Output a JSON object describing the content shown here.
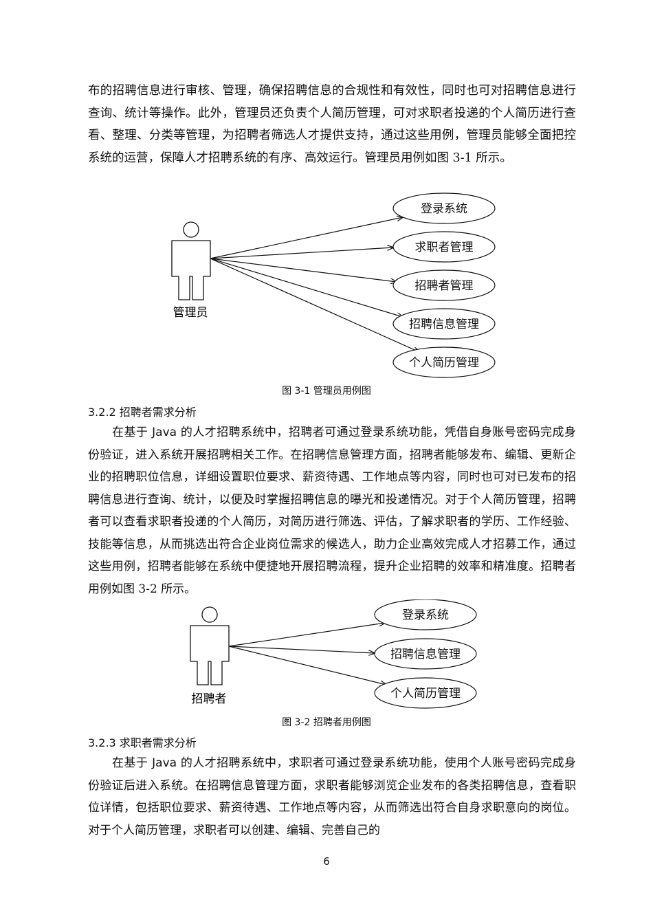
{
  "paragraphs": {
    "p1": "布的招聘信息进行审核、管理，确保招聘信息的合规性和有效性，同时也可对招聘信息进行查询、统计等操作。此外，管理员还负责个人简历管理，可对求职者投递的个人简历进行查看、整理、分类等管理，为招聘者筛选人才提供支持，通过这些用例，管理员能够全面把控系统的运营，保障人才招聘系统的有序、高效运行。管理员用例如图 3-1 所示。",
    "p2_main": "在基于 Java 的人才招聘系统中，招聘者可通过登录系统功能，凭借自身账号密码完成身份验证，进入系统开展招聘相关工作。在招聘信息管理方面，招聘者能够发布、编辑、更新企业的招聘职位信息，详细设置职位要求、薪资待遇、工作地点等内容，同时也可对已发布的招聘信息进行查询、统计，以便及时掌握招聘信息的曝光和投递情况。对于个人简历管理，招聘者可以查看求职者投递的个人简历，对简历进行筛选、评估，了解求职者的学历、工作经验、技能等信息，从而挑选出符合企业岗位需求的候选人，助力企业高效完成人才招募工作，通过这些用例，招聘者能够在系统中便捷地开展招聘流程，提升企业招聘的效率和精准度。",
    "p2_tail": "招聘者用例如图 3-2 所示。",
    "p3": "在基于 Java 的人才招聘系统中，求职者可通过登录系统功能，使用个人账号密码完成身份验证后进入系统。在招聘信息管理方面，求职者能够浏览企业发布的各类招聘信息，查看职位详情，包括职位要求、薪资待遇、工作地点等内容，从而筛选出符合自身求职意向的岗位。对于个人简历管理，求职者可以创建、编辑、完善自己的"
  },
  "headings": {
    "h322": "3.2.2 招聘者需求分析",
    "h323": "3.2.3 求职者需求分析"
  },
  "figure1": {
    "actor": "管理员",
    "use_cases": [
      "登录系统",
      "求职者管理",
      "招聘者管理",
      "招聘信息管理",
      "个人简历管理"
    ],
    "caption": "图 3-1  管理员用例图"
  },
  "figure2": {
    "actor": "招聘者",
    "use_cases": [
      "登录系统",
      "招聘信息管理",
      "个人简历管理"
    ],
    "caption": "图 3-2  招聘者用例图"
  },
  "page_number": "6"
}
